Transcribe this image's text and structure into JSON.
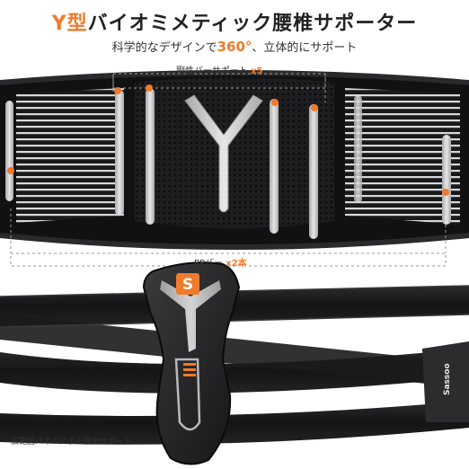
{
  "header": {
    "title_accent": "Y型",
    "title_rest": "バイオミメティック腰椎サポーター",
    "subtitle_pre": "科学的なデザインで",
    "subtitle_accent": "360°",
    "subtitle_post": "、立体的にサポート"
  },
  "callouts": {
    "rods_label": "剛性バーサポート",
    "rods_count": "x5",
    "pp_label": "PPバー",
    "pp_count": "x2本",
    "panel_label": "広範囲パネルによる強化サポート"
  },
  "brand": {
    "logo_letter": "S",
    "side_text": "Sassoo"
  },
  "colors": {
    "accent": "#f07a2c",
    "belt": "#1c1c1e",
    "rod": "#c9c9cc",
    "panel": "#2a2a2c"
  }
}
